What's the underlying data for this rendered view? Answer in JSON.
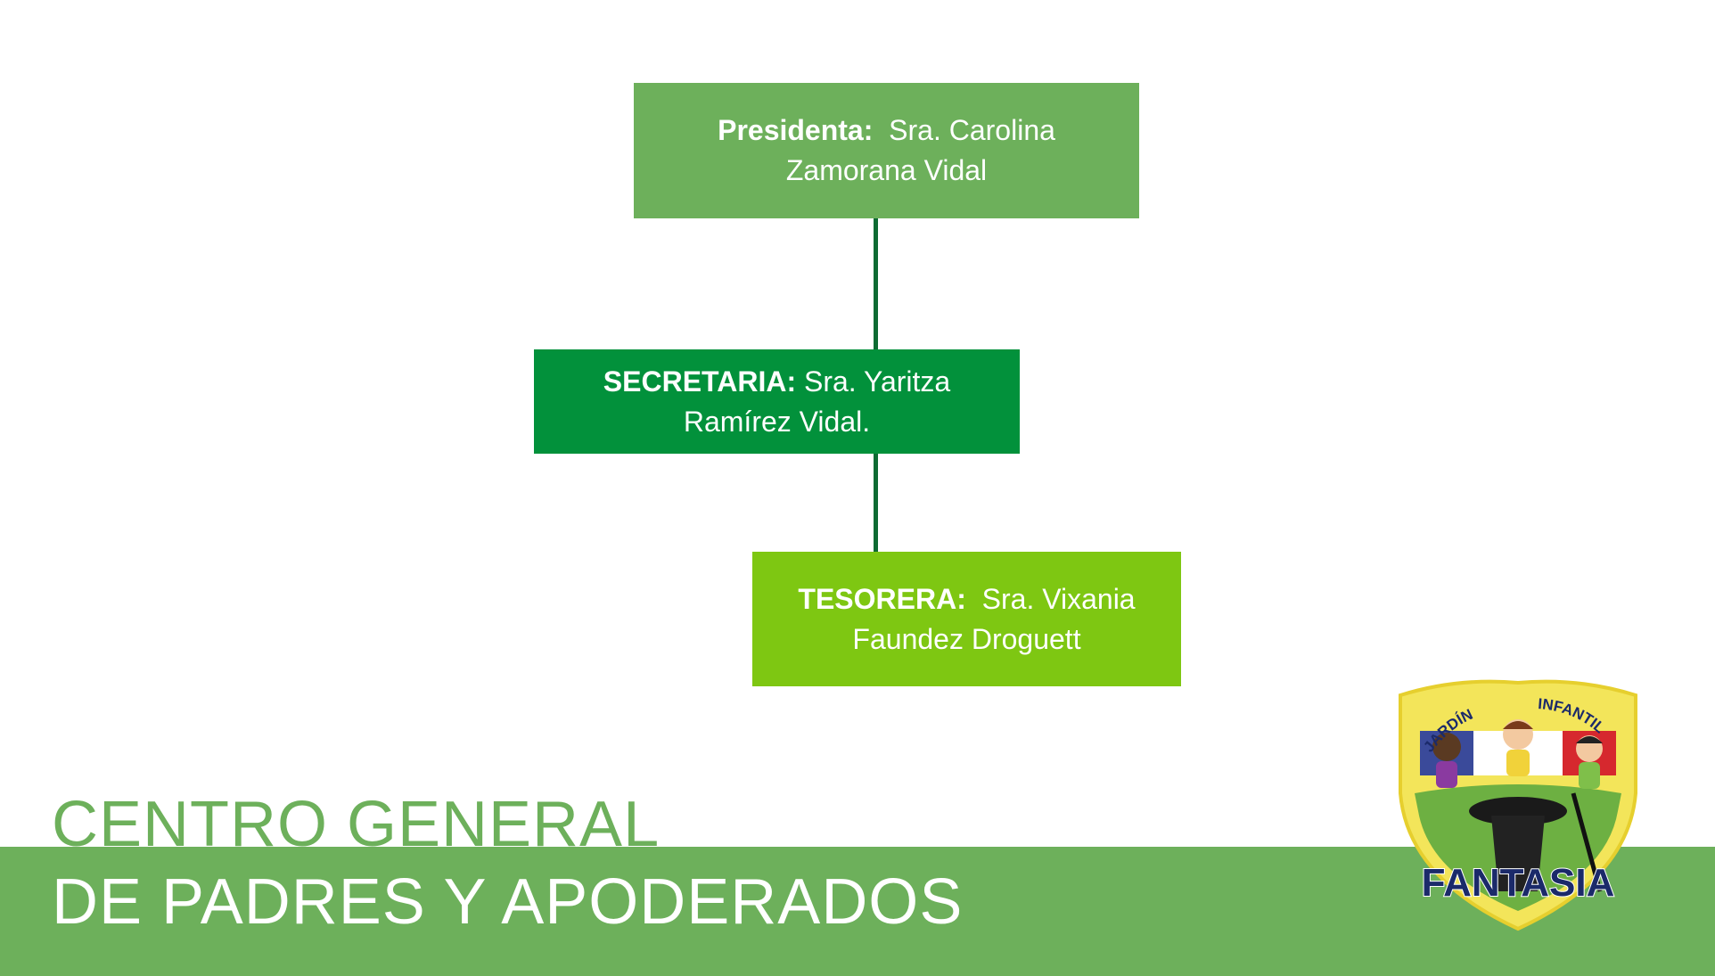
{
  "org_chart": {
    "president": {
      "label": "Presidenta:",
      "name": "Sra. Carolina Zamorana Vidal"
    },
    "secretary": {
      "label": "SECRETARIA:",
      "name": "Sra. Yaritza Ramírez Vidal."
    },
    "treasurer": {
      "label": "TESORERA:",
      "name": "Sra. Vixania Faundez Droguett"
    }
  },
  "footer": {
    "title_line1": "CENTRO GENERAL",
    "title_line2": "DE PADRES Y APODERADOS"
  },
  "logo": {
    "top_left_text": "JARDÍN",
    "top_right_text": "INFANTIL",
    "bottom_text": "FANTASIA"
  },
  "colors": {
    "president_box": "#6db05b",
    "secretary_box": "#02913b",
    "treasurer_box": "#7ec712",
    "connector": "#0d6b33",
    "band": "#6db05b"
  }
}
